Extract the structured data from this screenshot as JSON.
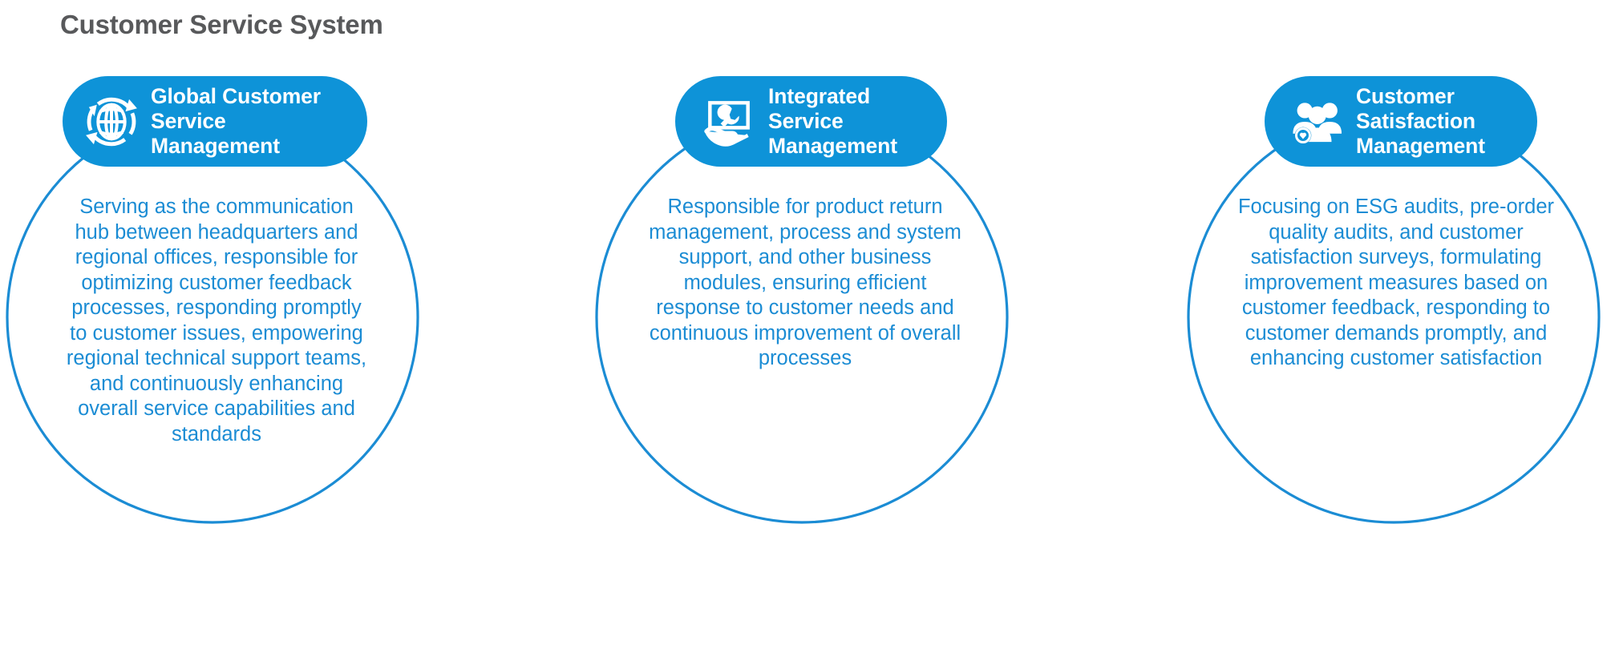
{
  "page": {
    "title": "Customer Service System",
    "accent_blue": "#0e93d8",
    "text_blue": "#1b8cd4",
    "title_gray": "#58595b",
    "background": "#ffffff"
  },
  "cards": [
    {
      "icon": "globe-refresh-icon",
      "title": "Global Customer\nService\nManagement",
      "body": "Serving as the communication\nhub between headquarters and\nregional offices, responsible for\noptimizing customer feedback\nprocesses, responding promptly\nto customer issues, empowering\nregional technical support teams,\nand continuously enhancing\noverall service capabilities and\nstandards"
    },
    {
      "icon": "hand-screen-wrench-icon",
      "title": "Integrated\nService\nManagement",
      "body": "Responsible for product return\nmanagement, process and system\nsupport, and other business\nmodules, ensuring efficient\nresponse to customer needs and\ncontinuous improvement of overall\nprocesses"
    },
    {
      "icon": "people-heart-icon",
      "title": "Customer\nSatisfaction\nManagement",
      "body": "Focusing on ESG audits, pre-order\nquality audits, and customer\nsatisfaction surveys, formulating\nimprovement measures based on\ncustomer feedback, responding to\ncustomer demands promptly, and\nenhancing customer satisfaction"
    }
  ]
}
